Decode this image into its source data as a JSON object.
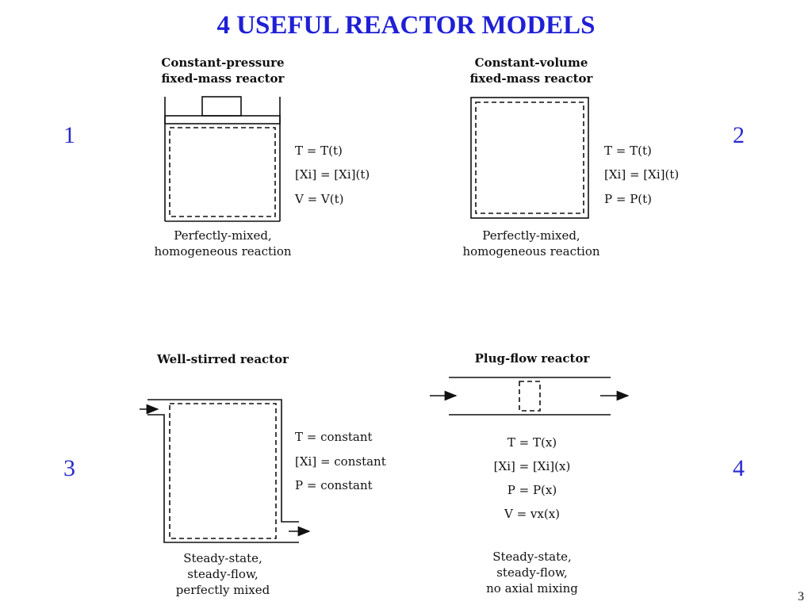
{
  "title": "4 USEFUL REACTOR MODELS",
  "page_number": "3",
  "models": [
    {
      "number": "1",
      "header_line1": "Constant-pressure",
      "header_line2": "fixed-mass reactor",
      "equations": [
        "T = T(t)",
        "[Xi] = [Xi](t)",
        "V = V(t)"
      ],
      "footer_line1": "Perfectly-mixed,",
      "footer_line2": "homogeneous reaction"
    },
    {
      "number": "2",
      "header_line1": "Constant-volume",
      "header_line2": "fixed-mass reactor",
      "equations": [
        "T = T(t)",
        "[Xi] = [Xi](t)",
        "P = P(t)"
      ],
      "footer_line1": "Perfectly-mixed,",
      "footer_line2": "homogeneous reaction"
    },
    {
      "number": "3",
      "header_line1": "Well-stirred reactor",
      "equations": [
        "T = constant",
        "[Xi] = constant",
        "P = constant"
      ],
      "footer_line1": "Steady-state,",
      "footer_line2": "steady-flow,",
      "footer_line3": "perfectly mixed"
    },
    {
      "number": "4",
      "header_line1": "Plug-flow reactor",
      "equations": [
        "T = T(x)",
        "[Xi] = [Xi](x)",
        "P = P(x)",
        "V = vx(x)"
      ],
      "footer_line1": "Steady-state,",
      "footer_line2": "steady-flow,",
      "footer_line3": "no axial mixing"
    }
  ]
}
